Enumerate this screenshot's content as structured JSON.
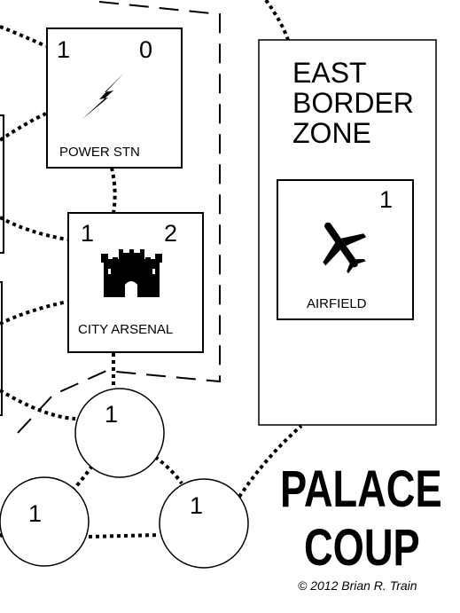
{
  "boxes": {
    "power_station": {
      "left_value": "1",
      "right_value": "0",
      "label": "POWER STN",
      "icon": "lightning-bolt-icon"
    },
    "city_arsenal": {
      "left_value": "1",
      "right_value": "2",
      "label": "CITY ARSENAL",
      "icon": "castle-icon"
    },
    "airfield": {
      "value": "1",
      "label": "AIRFIELD",
      "icon": "airplane-icon"
    }
  },
  "zone": {
    "title_lines": [
      "EAST",
      "BORDER",
      "ZONE"
    ]
  },
  "circles": [
    {
      "id": "top",
      "value": "1"
    },
    {
      "id": "left",
      "value": "1"
    },
    {
      "id": "right",
      "value": "1"
    }
  ],
  "game": {
    "title_line1": "PALACE",
    "title_line2": "COUP",
    "copyright": "© 2012 Brian R. Train"
  }
}
